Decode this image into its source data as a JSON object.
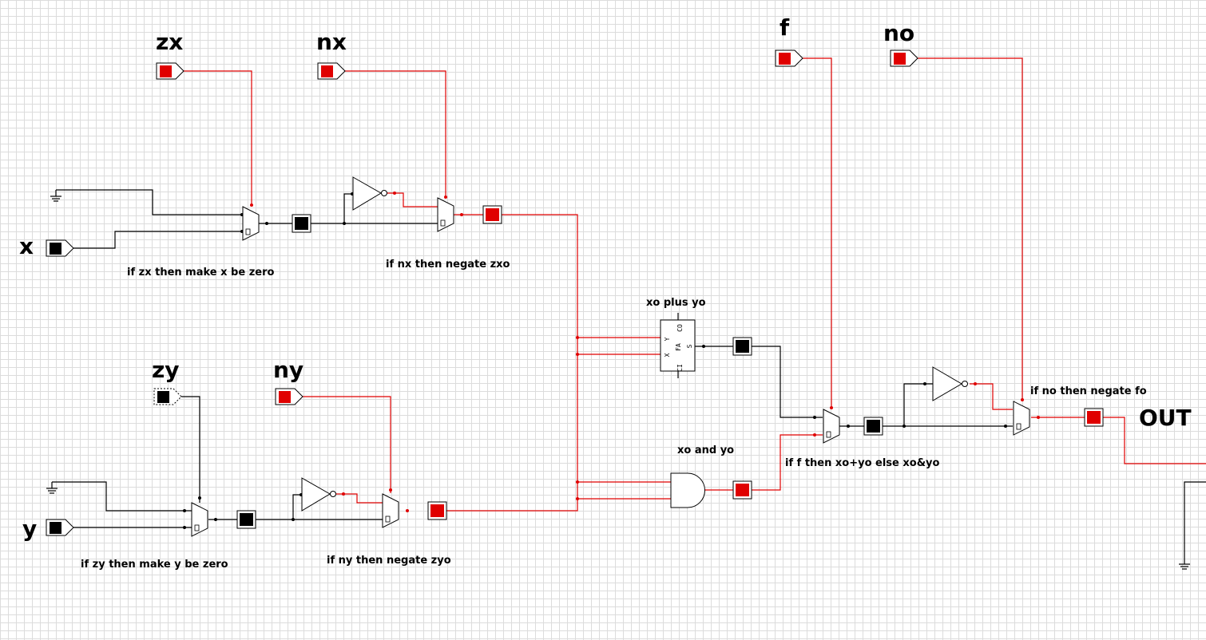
{
  "inputs": {
    "zx": "zx",
    "nx": "nx",
    "x": "x",
    "zy": "zy",
    "ny": "ny",
    "y": "y",
    "f": "f",
    "no": "no"
  },
  "output_label": "OUT",
  "captions": {
    "zx_mux": "if zx then make x be zero",
    "nx_mux": "if nx then negate zxo",
    "zy_mux": "if zy then make y be zero",
    "ny_mux": "if ny then negate zyo",
    "adder": "xo plus yo",
    "and_gate": "xo and yo",
    "f_mux": "if f then xo+yo else xo&yo",
    "no_mux": "if no then negate fo"
  },
  "adder_pins": {
    "ci": "CI",
    "co": "CO",
    "fa": "FA",
    "s": "S",
    "x": "X",
    "y": "Y"
  },
  "mux_select_mark": "0",
  "colors": {
    "active_wire": "#e00000",
    "inactive_wire": "#000000",
    "grid": "#dcdcdc"
  }
}
